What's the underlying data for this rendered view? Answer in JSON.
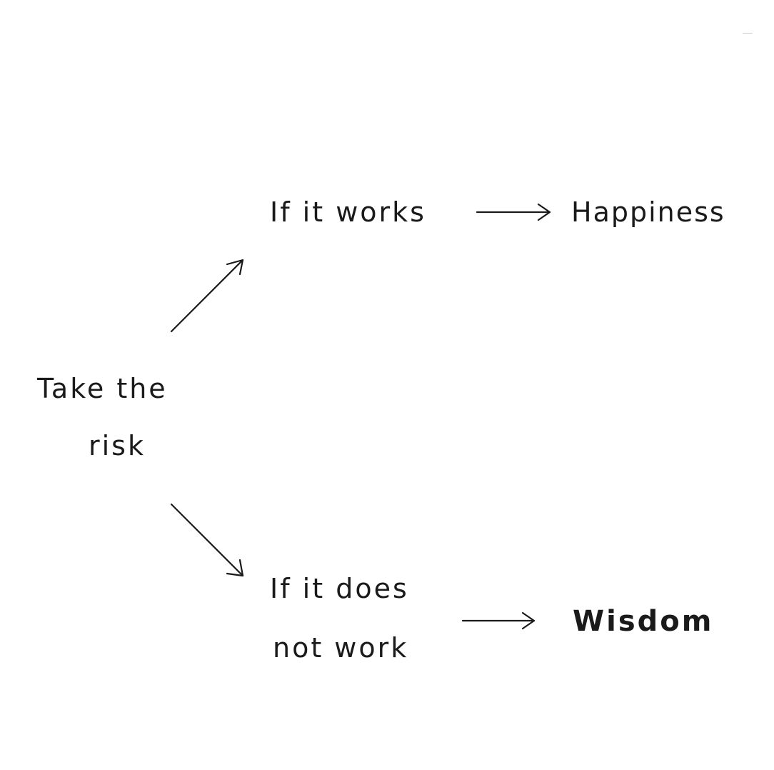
{
  "diagram": {
    "root": {
      "line1": "Take the",
      "line2": "risk"
    },
    "success": {
      "condition": "If it works",
      "outcome": "Happiness"
    },
    "failure": {
      "condition_line1": "If it does",
      "condition_line2": "not work",
      "outcome": "Wisdom"
    }
  },
  "style": {
    "ink_color": "#1a1a1a",
    "background": "#ffffff"
  }
}
